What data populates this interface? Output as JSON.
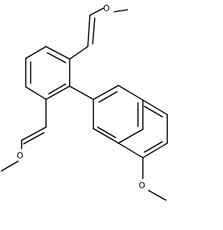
{
  "structure": {
    "atoms": [
      {
        "element": "O",
        "label": "O"
      },
      {
        "element": "O",
        "label": "O"
      },
      {
        "element": "O",
        "label": "O"
      }
    ]
  }
}
